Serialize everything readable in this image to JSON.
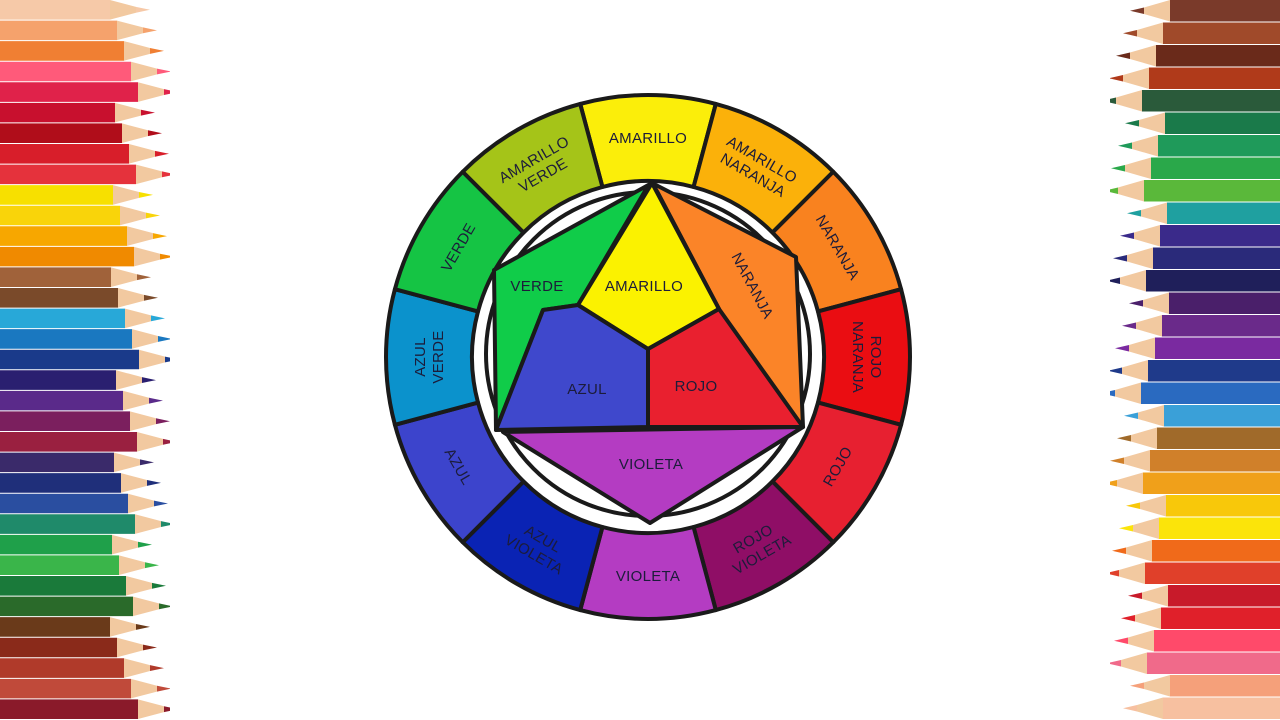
{
  "outer_ring": [
    {
      "lines": [
        "AMARILLO"
      ],
      "color": "#fbee0a",
      "a": 0
    },
    {
      "lines": [
        "AMARILLO",
        "NARANJA"
      ],
      "color": "#fbb10a",
      "a": 30
    },
    {
      "lines": [
        "NARANJA"
      ],
      "color": "#f9821f",
      "a": 60
    },
    {
      "lines": [
        "ROJO",
        "NARANJA"
      ],
      "color": "#ea0d12",
      "a": 90
    },
    {
      "lines": [
        "ROJO"
      ],
      "color": "#e72030",
      "a": 120
    },
    {
      "lines": [
        "ROJO",
        "VIOLETA"
      ],
      "color": "#8f0e66",
      "a": 150
    },
    {
      "lines": [
        "VIOLETA"
      ],
      "color": "#b43cc2",
      "a": 180
    },
    {
      "lines": [
        "AZUL",
        "VIOLETA"
      ],
      "color": "#0a23b4",
      "a": 210
    },
    {
      "lines": [
        "AZUL"
      ],
      "color": "#3c44cc",
      "a": 240
    },
    {
      "lines": [
        "AZUL",
        "VERDE"
      ],
      "color": "#0b92cc",
      "a": 270
    },
    {
      "lines": [
        "VERDE"
      ],
      "color": "#15c444",
      "a": 300
    },
    {
      "lines": [
        "AMARILLO",
        "VERDE"
      ],
      "color": "#a5c418",
      "a": 330
    }
  ],
  "inner": {
    "primary": [
      {
        "label": "AMARILLO",
        "color": "#fbf200"
      },
      {
        "label": "ROJO",
        "color": "#e9202f"
      },
      {
        "label": "AZUL",
        "color": "#3f48cc"
      }
    ],
    "secondary": [
      {
        "label": "NARANJA",
        "color": "#fb8428"
      },
      {
        "label": "VIOLETA",
        "color": "#b43cc2"
      },
      {
        "label": "VERDE",
        "color": "#10cc49"
      }
    ]
  },
  "pencil_colors": {
    "left": [
      "#f6c9a8",
      "#f5a26c",
      "#f07f33",
      "#ff5a7a",
      "#e0224a",
      "#c8102e",
      "#b00d1a",
      "#d81e2a",
      "#e5323c",
      "#f7e000",
      "#f9d40a",
      "#f7a700",
      "#f08a00",
      "#a0623a",
      "#7a4a2a",
      "#28a8d8",
      "#1a78c0",
      "#1a3a8a",
      "#2a1f70",
      "#5a2a8a",
      "#7b1f5e",
      "#9a2040",
      "#3a2a6a",
      "#1f2f7a",
      "#2a4ea0",
      "#1f8a6a",
      "#1fa04a",
      "#3ab54a",
      "#1a7a3a",
      "#2a6a2a",
      "#6a3a1a",
      "#8a2a1a",
      "#b03a2a",
      "#c04a3a",
      "#8a1a2a"
    ],
    "right": [
      "#7a3a2a",
      "#a04a2a",
      "#6a2a1a",
      "#b03a1a",
      "#2a5a3a",
      "#1a7a4a",
      "#1f9a5a",
      "#2aa84a",
      "#5ab83a",
      "#1fa0a0",
      "#3a2a8a",
      "#2a2a7a",
      "#1f1f5a",
      "#4a1f6a",
      "#6a2a8a",
      "#7a2aa0",
      "#1f3a8a",
      "#2a6ac0",
      "#3aa0d8",
      "#a06a2a",
      "#d0802a",
      "#f0a01a",
      "#f8c80a",
      "#fbe40a",
      "#f06a1a",
      "#e0402a",
      "#c81a2a",
      "#e0202a",
      "#ff4a6a",
      "#f06a8a",
      "#f5a07a",
      "#f7c0a0"
    ]
  }
}
